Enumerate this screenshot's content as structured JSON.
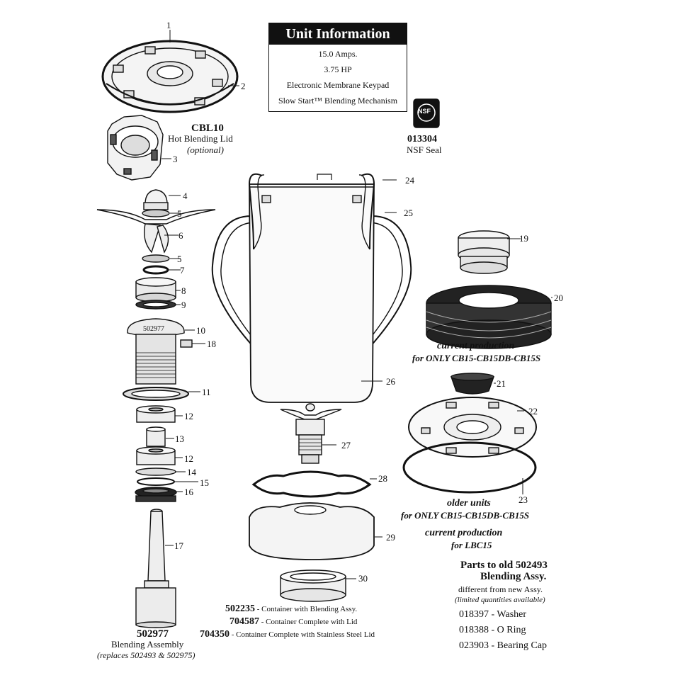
{
  "unit_info": {
    "title": "Unit Information",
    "lines": [
      "15.0 Amps.",
      "3.75 HP",
      "Electronic Membrane Keypad",
      "Slow Start™ Blending Mechanism"
    ]
  },
  "nsf": {
    "badge": "NSF",
    "part": "013304",
    "label": "NSF Seal"
  },
  "callouts": [
    "1",
    "2",
    "3",
    "4",
    "5",
    "6",
    "5",
    "7",
    "8",
    "9",
    "10",
    "18",
    "11",
    "12",
    "13",
    "12",
    "14",
    "15",
    "16",
    "17",
    "24",
    "25",
    "26",
    "27",
    "28",
    "29",
    "30",
    "19",
    "20",
    "21",
    "22",
    "23"
  ],
  "lid": {
    "part": "CBL10",
    "name": "Hot Blending Lid",
    "note": "(optional)"
  },
  "bearing_marking": "502977",
  "notes": {
    "current_production_1": "current production",
    "for_only_1": "for ONLY CB15-CB15DB-CB15S",
    "older_units": "older units",
    "for_only_2": "for ONLY CB15-CB15DB-CB15S",
    "current_production_2": "current production",
    "for_lbc": "for LBC15"
  },
  "old_parts": {
    "title1": "Parts to old 502493",
    "title2": "Blending Assy.",
    "sub": "different from new Assy.",
    "limited": "(limited quantities available)",
    "items": [
      {
        "part": "018397",
        "desc": "Washer"
      },
      {
        "part": "018388",
        "desc": "O Ring"
      },
      {
        "part": "023903",
        "desc": "Bearing Cap"
      }
    ]
  },
  "containers": [
    {
      "part": "502235",
      "desc": "Container with Blending Assy."
    },
    {
      "part": "704587",
      "desc": "Container Complete with Lid"
    },
    {
      "part": "704350",
      "desc": "Container Complete with Stainless Steel Lid"
    }
  ],
  "blending_assembly": {
    "part": "502977",
    "name": "Blending Assembly",
    "note": "(replaces 502493 & 502975)"
  }
}
